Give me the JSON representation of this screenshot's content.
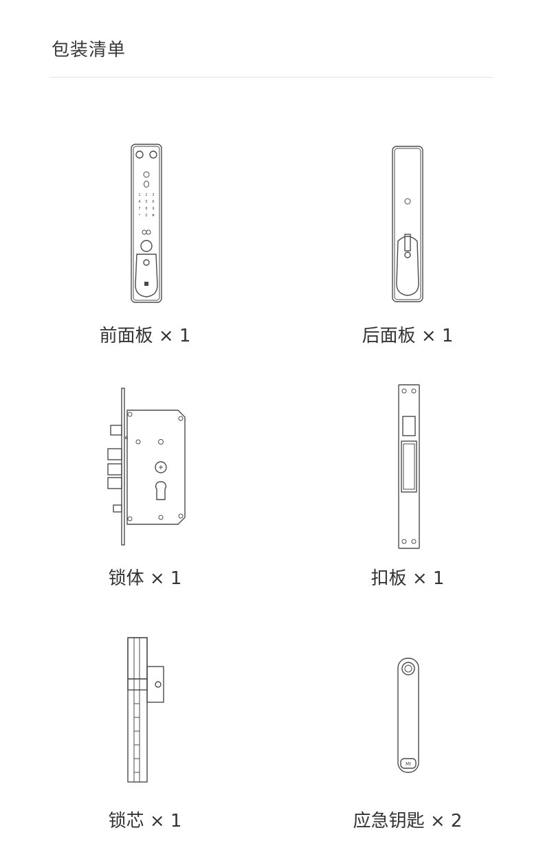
{
  "header": {
    "title": "包装清单"
  },
  "items": [
    {
      "label": "前面板 × 1"
    },
    {
      "label": "后面板 × 1"
    },
    {
      "label": "锁体 × 1"
    },
    {
      "label": "扣板 × 1"
    },
    {
      "label": "锁芯 × 1"
    },
    {
      "label": "应急钥匙 × 2"
    }
  ],
  "keypad": [
    "1",
    "2",
    "3",
    "4",
    "5",
    "6",
    "7",
    "8",
    "9",
    "*",
    "0",
    "#"
  ],
  "key_logo": "MI",
  "colors": {
    "line": "#4a4a4a",
    "text": "#333333",
    "divider": "#e3e3e3"
  }
}
